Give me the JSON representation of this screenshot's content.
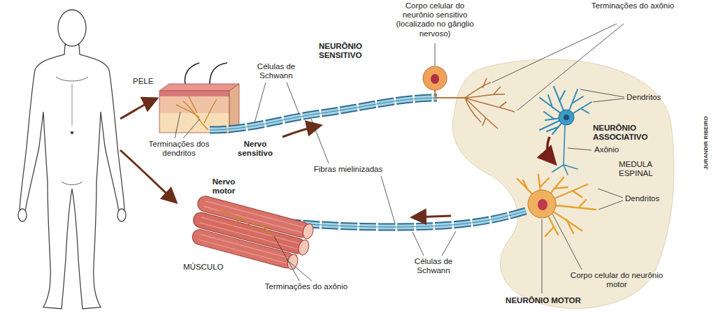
{
  "diagram": {
    "labels": [
      "Corpo celular do neurônio sensitivo (localizado no gânglio nervoso)",
      "Terminações do axônio",
      "NEURÔNIO SENSITIVO",
      "Células de Schwann",
      "PELE",
      "Dendritos",
      "NEURÔNIO ASSOCIATIVO",
      "Axônio",
      "MEDULA ESPINAL",
      "Terminações dos dendritos",
      "Nervo sensitivo",
      "Fibras mielinizadas",
      "Dendritos",
      "Nervo motor",
      "MÚSCULO",
      "Células de Schwann",
      "Corpo celular do neurônio motor",
      "Terminações do axônio",
      "NEURÔNIO MOTOR",
      "JURANDIR RIBEIRO"
    ]
  }
}
